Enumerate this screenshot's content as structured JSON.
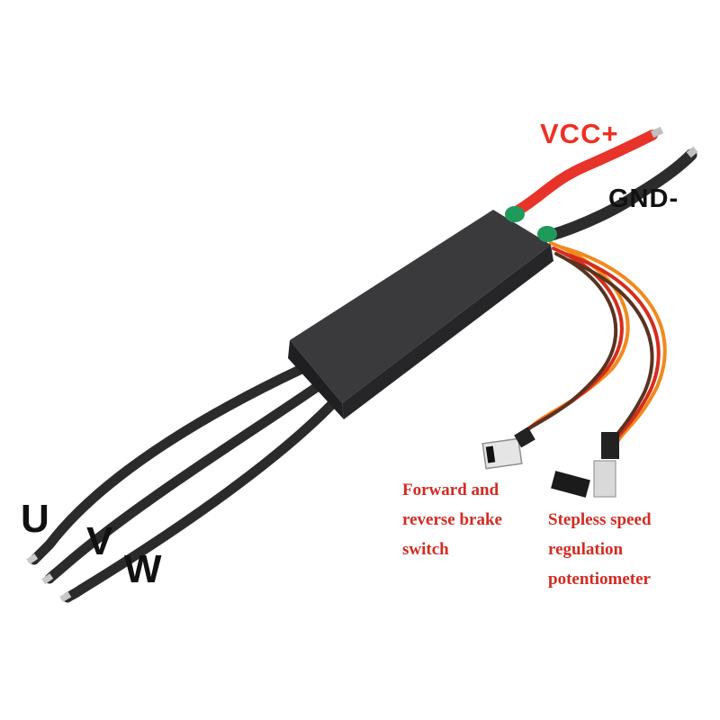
{
  "image": {
    "subject": "brushless-esc-controller-with-wiring"
  },
  "labels": {
    "vcc": "VCC+",
    "gnd": "GND-",
    "phase_u": "U",
    "phase_v": "V",
    "phase_w": "W",
    "switch_line1": "Forward and",
    "switch_line2": "reverse brake",
    "switch_line3": "switch",
    "pot_line1": "Stepless speed",
    "pot_line2": "regulation",
    "pot_line3": "potentiometer"
  },
  "colors": {
    "vcc_text": "#ee3124",
    "gnd_text": "#111111",
    "phase_text": "#111111",
    "note_text": "#d42a22",
    "esc_body": "#2f2f31",
    "power_wire_red": "#e8332a",
    "power_wire_black": "#2c2c2c",
    "phase_wire": "#2b2b2b",
    "signal_wire_orange": "#f08a1e",
    "signal_wire_red": "#d72c1c",
    "signal_wire_brown": "#5a3320",
    "connector_green": "#1f9a5a"
  }
}
